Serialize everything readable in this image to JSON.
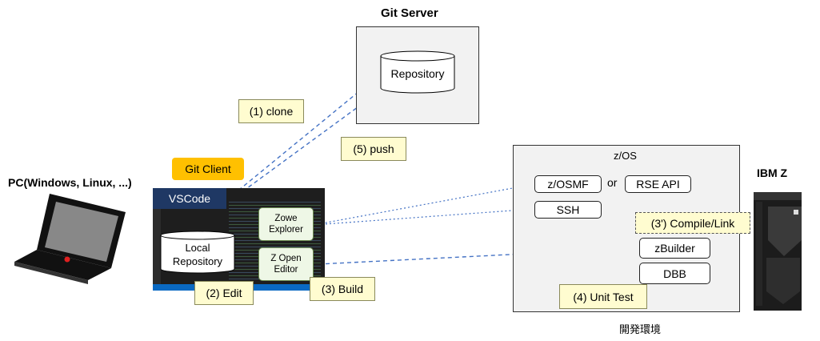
{
  "git_server": {
    "title": "Git Server",
    "repository": "Repository"
  },
  "pc": {
    "title": "PC(Windows, Linux, ...)"
  },
  "git_client": {
    "label": "Git Client"
  },
  "vscode": {
    "label": "VSCode",
    "local_repository": "Local\nRepository",
    "zowe_explorer": "Zowe\nExplorer",
    "z_open_editor": "Z Open\nEditor"
  },
  "steps": {
    "clone": "(1) clone",
    "edit": "(2) Edit",
    "build": "(3) Build",
    "compile_link": "(3') Compile/Link",
    "unit_test": "(4) Unit Test",
    "push": "(5) push"
  },
  "zos": {
    "title": "z/OS",
    "zosmf": "z/OSMF",
    "or": "or",
    "rse_api": "RSE API",
    "ssh": "SSH",
    "zbuilder": "zBuilder",
    "dbb": "DBB"
  },
  "ibmz": {
    "title": "IBM Z"
  },
  "dev_env": {
    "label": "開発環境"
  },
  "colors": {
    "arrow": "#4472c4",
    "git_client_bg": "#ffc000",
    "vscode_bg": "#1f3864",
    "note_bg": "#fffcd0",
    "panel_bg": "#f2f2f2"
  }
}
